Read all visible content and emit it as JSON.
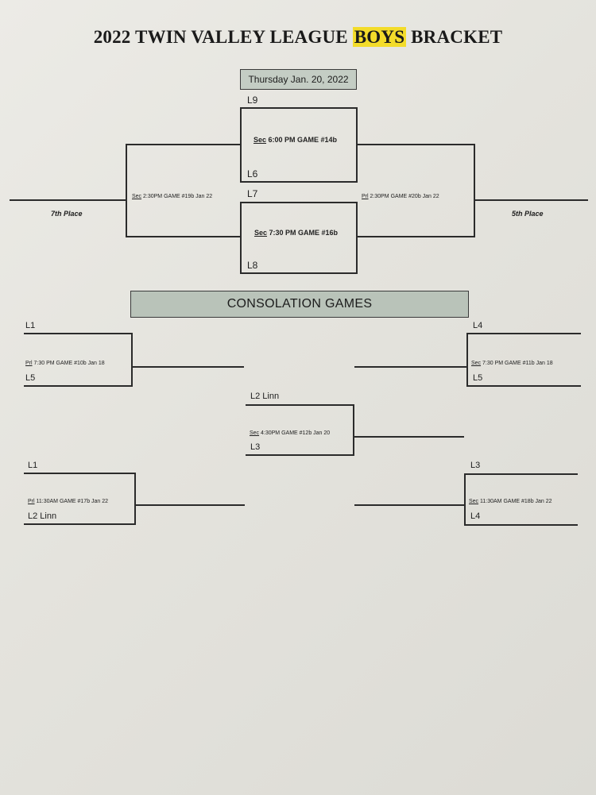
{
  "title": {
    "prefix": "2022 TWIN VALLEY LEAGUE ",
    "highlight": "BOYS",
    "suffix": " BRACKET",
    "highlight_color": "#f3dc2a"
  },
  "date_banner": "Thursday Jan. 20, 2022",
  "consolation_banner": "CONSOLATION GAMES",
  "top": {
    "game14": {
      "top_team": "L9",
      "bottom_team": "L6",
      "site": "Sec",
      "details": "6:00 PM   GAME #14b"
    },
    "game16": {
      "top_team": "L7",
      "bottom_team": "L8",
      "site": "Sec",
      "details": "7:30 PM   GAME #16b"
    },
    "game19": {
      "site": "Sec",
      "details": "2:30PM    GAME #19b  Jan 22"
    },
    "game20": {
      "site": "Prl",
      "details": "2:30PM    GAME #20b  Jan 22"
    },
    "left_place": "7th Place",
    "right_place": "5th Place"
  },
  "consolation": {
    "game10": {
      "top_team": "L1",
      "bottom_team": "L5",
      "site": "Prl",
      "details": "7:30 PM    GAME #10b  Jan 18"
    },
    "game11": {
      "top_team": "L4",
      "bottom_team": "L5",
      "site": "Sec",
      "details": "7:30 PM    GAME #11b  Jan 18"
    },
    "game12": {
      "top_team": "L2  Linn",
      "bottom_team": "L3",
      "site": "Sec",
      "details": "4:30PM    GAME #12b  Jan 20"
    },
    "game17": {
      "top_team": "L1",
      "bottom_team": "L2  Linn",
      "site": "Prl",
      "details": "11:30AM    GAME #17b  Jan 22"
    },
    "game18": {
      "top_team": "L3",
      "bottom_team": "L4",
      "site": "Sec",
      "details": "11:30AM    GAME #18b  Jan 22"
    }
  }
}
